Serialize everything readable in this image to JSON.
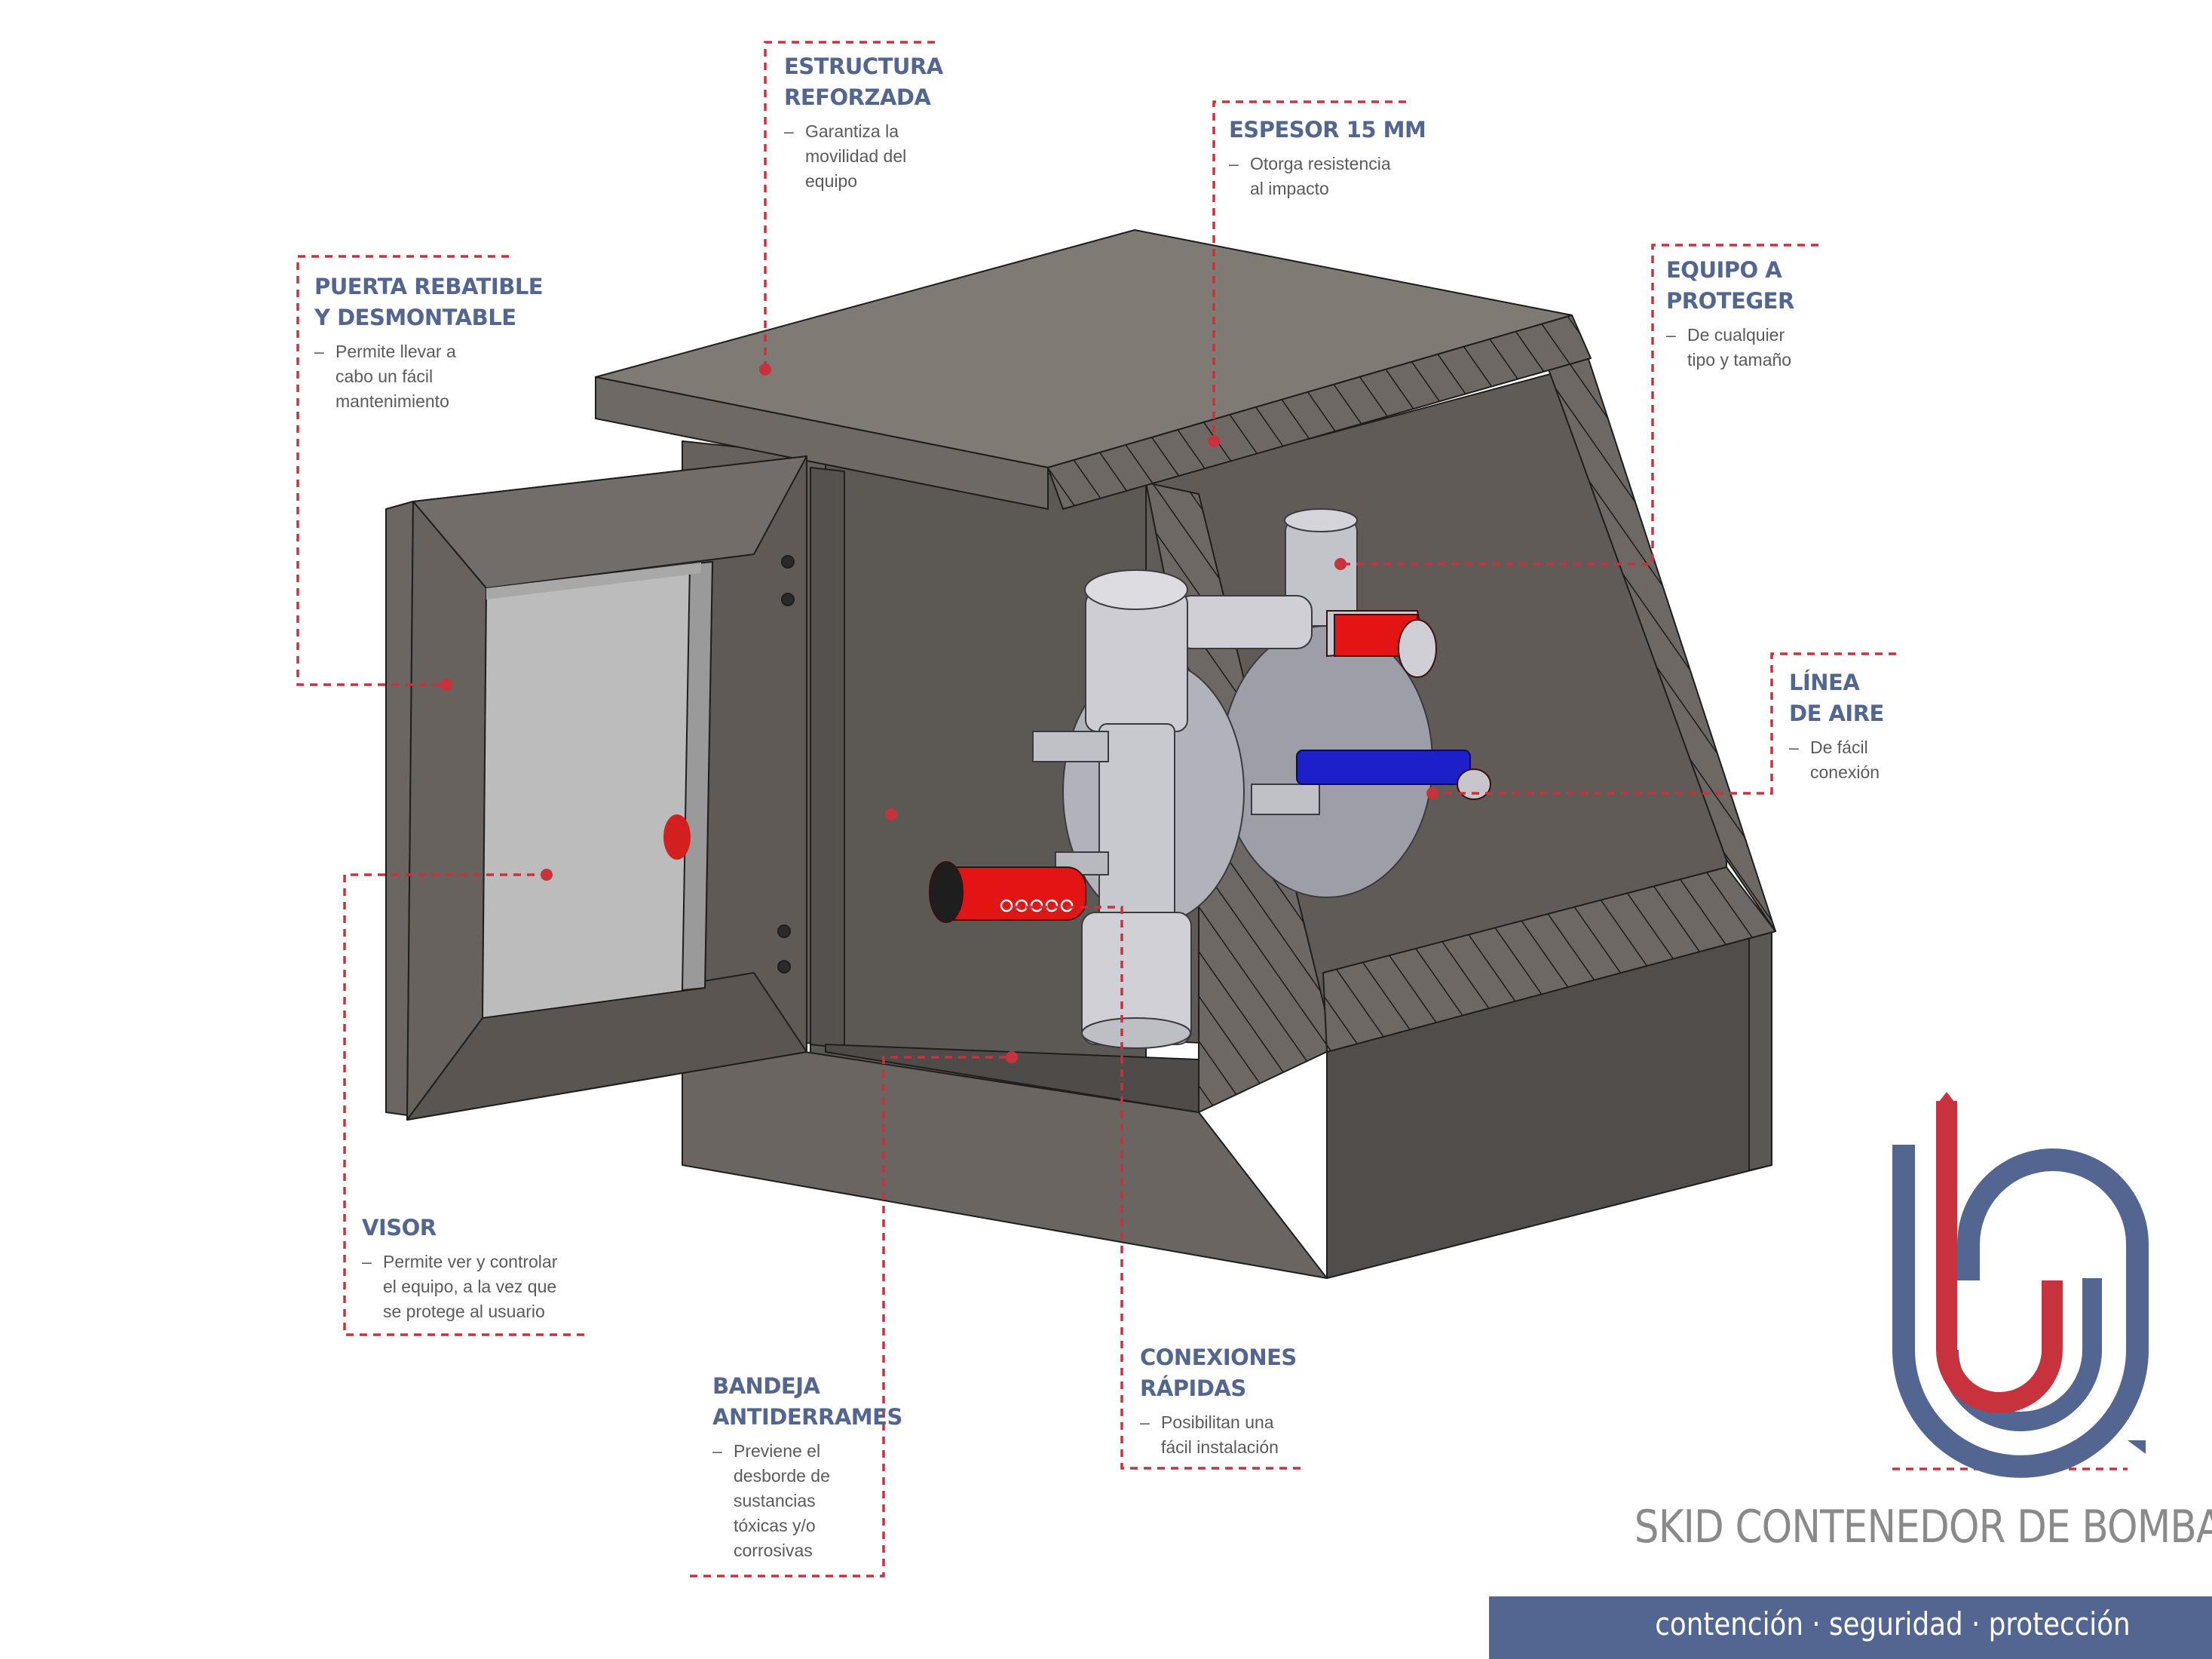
{
  "callouts": {
    "estructura": {
      "title": [
        "ESTRUCTURA",
        "REFORZADA"
      ],
      "desc": [
        "Garantiza la",
        "movilidad del",
        "equipo"
      ]
    },
    "espesor": {
      "title": [
        "ESPESOR 15 MM"
      ],
      "desc": [
        "Otorga resistencia",
        "al impacto"
      ]
    },
    "puerta": {
      "title": [
        "PUERTA REBATIBLE",
        "Y DESMONTABLE"
      ],
      "desc": [
        "Permite llevar a",
        "cabo un fácil",
        "mantenimiento"
      ]
    },
    "equipo": {
      "title": [
        "EQUIPO A",
        "PROTEGER"
      ],
      "desc": [
        "De cualquier",
        "tipo y tamaño"
      ]
    },
    "linea": {
      "title": [
        "LÍNEA",
        "DE AIRE"
      ],
      "desc": [
        "De fácil",
        "conexión"
      ]
    },
    "visor": {
      "title": [
        "VISOR"
      ],
      "desc": [
        "Permite ver y controlar",
        "el equipo, a la vez que",
        "se protege al usuario"
      ]
    },
    "bandeja": {
      "title": [
        "BANDEJA",
        "ANTIDERRAMES"
      ],
      "desc": [
        "Previene el",
        "desborde de",
        "sustancias",
        "tóxicas y/o",
        "corrosivas"
      ]
    },
    "conexiones": {
      "title": [
        "CONEXIONES",
        "RÁPIDAS"
      ],
      "desc": [
        "Posibilitan una",
        "fácil instalación"
      ]
    }
  },
  "dash_glyph": "–",
  "brand": {
    "title": "SKID CONTENEDOR DE BOMBAS",
    "tagline": "contención · seguridad · protección"
  },
  "colors": {
    "accent_red": "#c8323c",
    "brand_blue": "#536591",
    "box_dark": "#5f5b57",
    "lid": "#7d7872",
    "pump_gray": "#c9c9cf",
    "hose_red": "#e41010",
    "hose_blue": "#1b1fcf"
  },
  "icons": {
    "logo": "ub-monogram-logo",
    "pump": "diaphragm-pump-icon"
  }
}
